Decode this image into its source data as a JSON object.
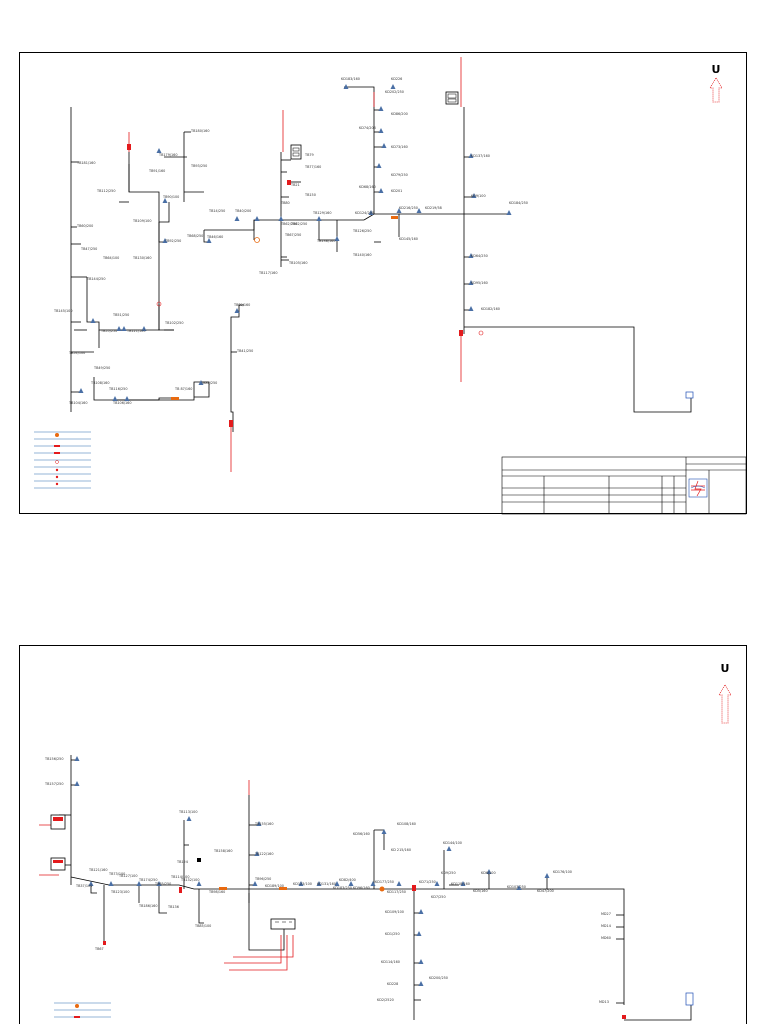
{
  "colors": {
    "line": "#000000",
    "feed": "#e31a1c",
    "legend_line": "#2b6cb0",
    "marker": "#4a6fa5",
    "switch": "#e86a10",
    "logo_blue": "#1f4fb5"
  },
  "icons": {
    "north_arrow": "up-arrow-icon",
    "transformer": "transformer-triangle-icon",
    "switch": "circle-switch-icon",
    "fuse": "fuse-icon",
    "substation": "substation-box-icon",
    "logo": "company-logo-icon"
  },
  "sheet1": {
    "north_label": "U",
    "labels": [
      "KD183/160",
      "KD226",
      "KD202/250",
      "KD86/200",
      "KD74/208",
      "KD73/160",
      "KD79/250",
      "KD68/160",
      "KD201",
      "KD137/160",
      "KD9/100",
      "KD184/250",
      "KD124/200",
      "KD216/250",
      "KD219/58",
      "KD145/160",
      "KD64/250",
      "KD95/160",
      "KD182/160",
      "TB180/160",
      "TB179/160",
      "TB93/250",
      "TB91/160",
      "TB90/100",
      "TB112/250",
      "TB109/100",
      "TB181/160",
      "TB92/250",
      "TB14/250",
      "TB40/200",
      "TB60/200",
      "TB46/160",
      "TB62/250",
      "TB64/100",
      "TB130/160",
      "TB47/250",
      "TB144/250",
      "TB145/100",
      "TB51/250",
      "TB55/250",
      "TB102/250",
      "TB121/100",
      "TB54/100",
      "TB49/250",
      "TB108/160",
      "TB104/160",
      "TB106/160",
      "TB116/250",
      "TB 87/160",
      "TB86/250",
      "TB89/160",
      "TB41/250",
      "TB117/160",
      "TB105/160",
      "TB68/250",
      "TB62/250",
      "TB67/250",
      "TB129/160",
      "TB138/160",
      "TB126/250",
      "TB140/160",
      "TB79",
      "TB77/160",
      "TB21",
      "TB150",
      "TB80"
    ]
  },
  "sheet2": {
    "north_label": "U",
    "labels": [
      "TB156/250",
      "TB157/250",
      "TB113/100",
      "TB155/160",
      "TB158/160",
      "TB122/160",
      "TB124",
      "TB121/160",
      "TB73/100",
      "TB127/100",
      "TB174/250",
      "TB65/250",
      "TB114/100",
      "TB132/100",
      "TB98/160",
      "TB96/250",
      "KD189/100",
      "KD123/100",
      "KD131/160",
      "KD82/400",
      "KD183/250",
      "KD96/160",
      "KD56/160",
      "KD108/160",
      "KD 215/160",
      "KD144/100",
      "KD177/250",
      "KD71/250",
      "KD9/250",
      "KD118/160",
      "KD6/100",
      "KD5/160",
      "KD103/250",
      "KD176/100",
      "KD47/200",
      "KD117/250",
      "KD7/250",
      "KD109/100",
      "KD1/250",
      "KD114/160",
      "KD228",
      "KD200/250",
      "KD2/2520",
      "TB123/100",
      "TB67",
      "TB136",
      "TB85/100",
      "TB186/160",
      "TB37/100",
      "MD27",
      "MD14",
      "MD60",
      "MD13"
    ]
  }
}
